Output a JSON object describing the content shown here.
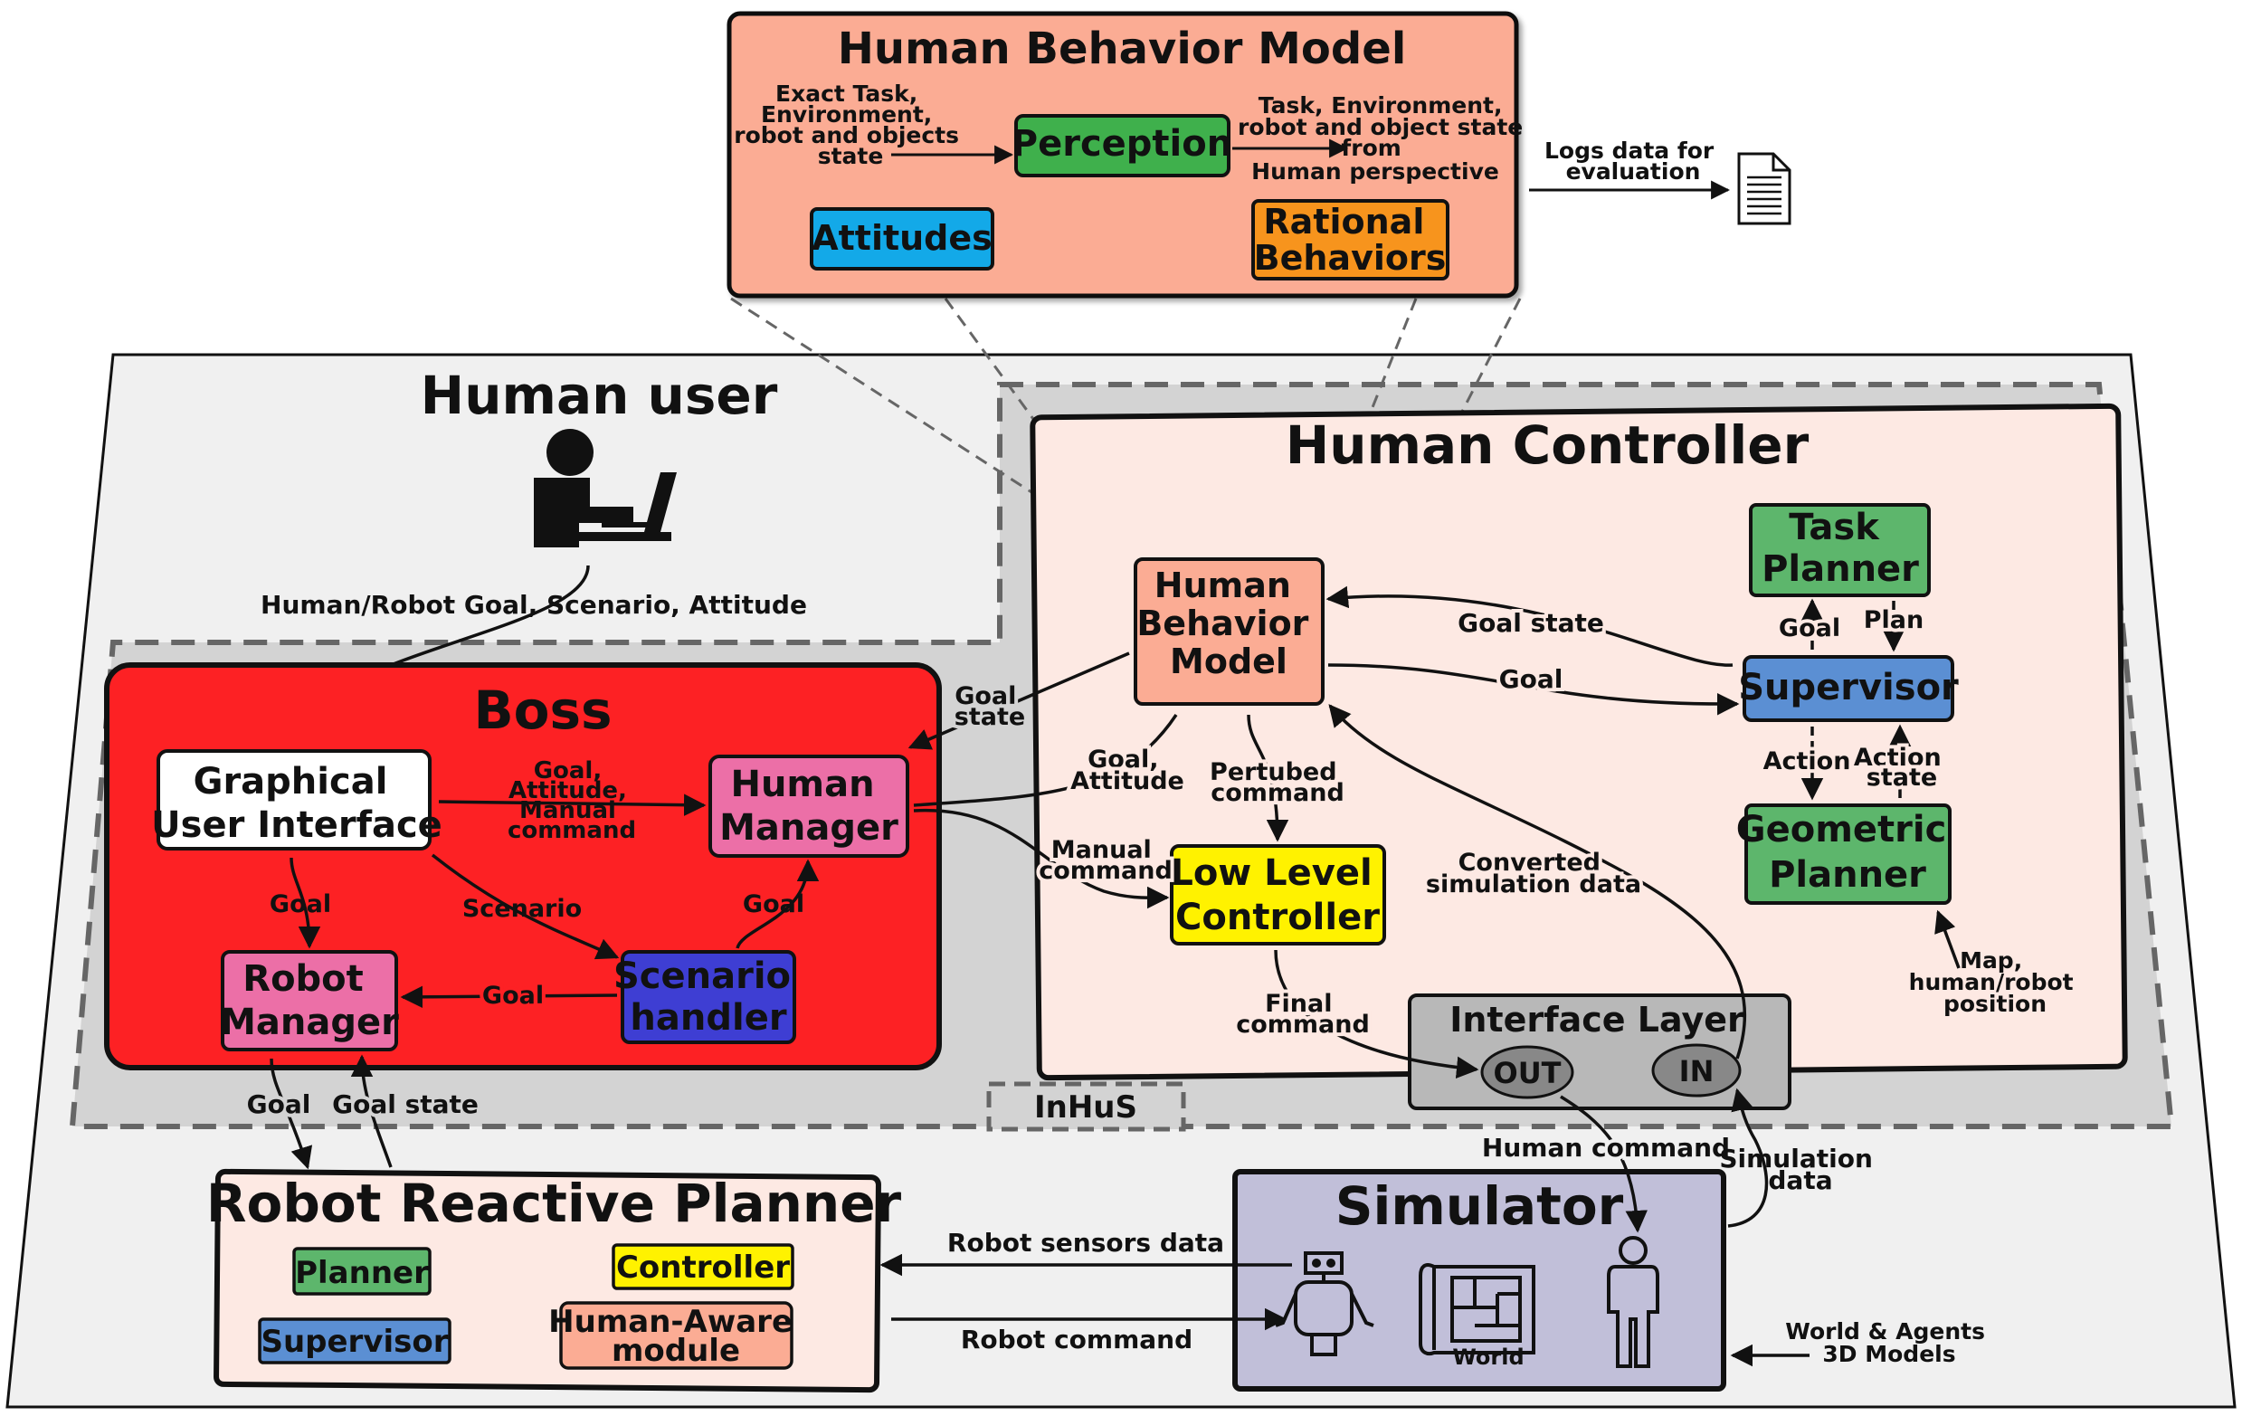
{
  "hbm_top": {
    "title": "Human Behavior Model",
    "input_label": [
      "Exact Task,",
      "Environment,",
      "robot and objects",
      "state"
    ],
    "perception": "Perception",
    "output_label": [
      "Task, Environment,",
      "robot and object state",
      "from",
      "Human perspective"
    ],
    "attitudes": "Attitudes",
    "rational": [
      "Rational",
      "Behaviors"
    ],
    "logs_label": [
      "Logs data for",
      "evaluation"
    ]
  },
  "human_user": {
    "title": "Human user",
    "goal_label": "Human/Robot Goal, Scenario, Attitude"
  },
  "inhus": {
    "label": "InHuS"
  },
  "boss": {
    "title": "Boss",
    "gui": [
      "Graphical",
      "User Interface"
    ],
    "human_manager": [
      "Human",
      "Manager"
    ],
    "robot_manager": [
      "Robot",
      "Manager"
    ],
    "scenario_handler": [
      "Scenario",
      "handler"
    ],
    "gui_to_hm": [
      "Goal,",
      "Attitude,",
      "Manual",
      "command"
    ],
    "gui_to_rm": "Goal",
    "gui_to_sh": "Scenario",
    "sh_to_hm": "Goal",
    "sh_to_rm": "Goal"
  },
  "human_controller": {
    "title": "Human Controller",
    "hbm": [
      "Human",
      "Behavior",
      "Model"
    ],
    "task_planner": [
      "Task",
      "Planner"
    ],
    "supervisor": "Supervisor",
    "geometric_planner": [
      "Geometric",
      "Planner"
    ],
    "low_level": [
      "Low Level",
      "Controller"
    ],
    "interface_layer": "Interface Layer",
    "out": "OUT",
    "in": "IN",
    "goal_state": "Goal state",
    "goal": "Goal",
    "sup_to_tp_goal": "Goal",
    "tp_to_sup_plan": "Plan",
    "action": "Action",
    "action_state": [
      "Action",
      "state"
    ],
    "hbm_to_boss_goal_state": [
      "Goal",
      "state"
    ],
    "boss_to_hbm": [
      "Goal,",
      "Attitude"
    ],
    "perturbed": [
      "Pertubed",
      "command"
    ],
    "manual": [
      "Manual",
      "command"
    ],
    "final": [
      "Final",
      "command"
    ],
    "converted": [
      "Converted",
      "simulation data"
    ],
    "map_label": [
      "Map,",
      "human/robot",
      "position"
    ]
  },
  "robot_planner": {
    "title": "Robot Reactive Planner",
    "planner": "Planner",
    "controller": "Controller",
    "supervisor": "Supervisor",
    "human_aware": [
      "Human-Aware",
      "module"
    ],
    "goal": "Goal",
    "goal_state": "Goal state"
  },
  "simulator": {
    "title": "Simulator",
    "world": "World",
    "human_command": "Human command",
    "sim_data": [
      "Simulation",
      "data"
    ],
    "robot_sensors": "Robot sensors data",
    "robot_command": "Robot command",
    "world_models": [
      "World & Agents",
      "3D Models"
    ]
  },
  "colors": {
    "boss": "#fd2124",
    "hbm": "#fbac94",
    "perception": "#3fb04c",
    "attitudes": "#13a9e8",
    "rational": "#f7941d",
    "manager": "#ec6fa7",
    "scenario": "#3e3ed3",
    "supervisor": "#5b8fd3",
    "planner": "#5db66c",
    "controller": "#fff200",
    "panel": "#fde9e3"
  }
}
